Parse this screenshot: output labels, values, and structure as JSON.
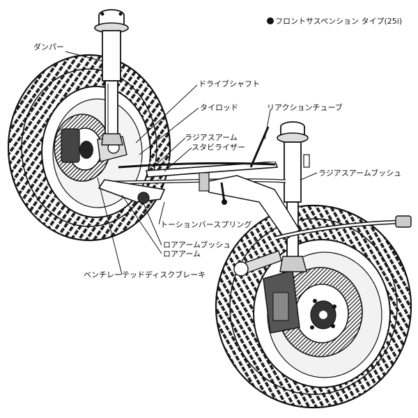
{
  "title": "フロントサスペンション タイプ(25i)",
  "labels": {
    "damper": "ダンパー",
    "drive_shaft": "ドライブシャフト",
    "tie_rod": "タイロッド",
    "reaction_tube": "リアクションチューブ",
    "radius_arm": "ラジアスアーム",
    "stabilizer": "スタビライザー",
    "radius_arm_bush": "ラジアスアームブッシュ",
    "torsion_bar_spring": "トーションバースプリング",
    "lower_arm_bush": "ロアアームブッシュ",
    "lower_arm": "ロアアーム",
    "ventilated_disc_brake": "ベンチレーテッドディスクブレーキ"
  },
  "colors": {
    "ink": "#111111",
    "background": "#ffffff"
  }
}
